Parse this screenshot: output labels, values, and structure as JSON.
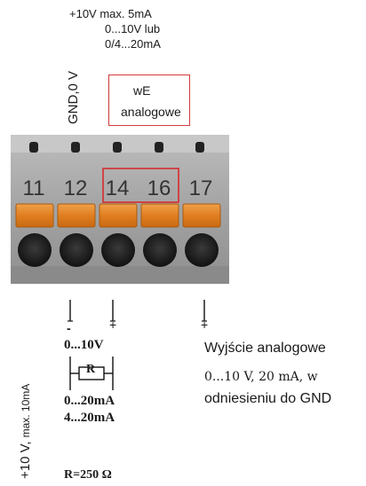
{
  "top_note": {
    "line1": "+10V max. 5mA",
    "line2": "0...10V lub",
    "line3": "0/4...20mA"
  },
  "gnd_label": "GND,0 V",
  "analog_inputs": {
    "line1": "wE",
    "line2": "analogowe"
  },
  "terminals": [
    "11",
    "12",
    "14",
    "16",
    "17"
  ],
  "supply_label": {
    "main": "+10 V, ",
    "small": "max. 10mA"
  },
  "wiring": {
    "minus_sign": "-",
    "plus_sign_input": "+",
    "plus_sign_output": "+",
    "voltage_range": "0...10V",
    "resistor_letter": "R",
    "current_range_1": "0...20mA",
    "current_range_2": "4...20mA",
    "resistor_value": "R=250 Ω"
  },
  "analog_output": {
    "title": "Wyjście analogowe",
    "line2": "0...10 V, 20 mA, w",
    "line3": "odniesieniu do GND"
  },
  "colors": {
    "terminal_body": "#a9a9a9",
    "lever_orange": "#e8892b",
    "highlight_red": "#d23a3a",
    "hole_dark": "#2a2a2a"
  }
}
